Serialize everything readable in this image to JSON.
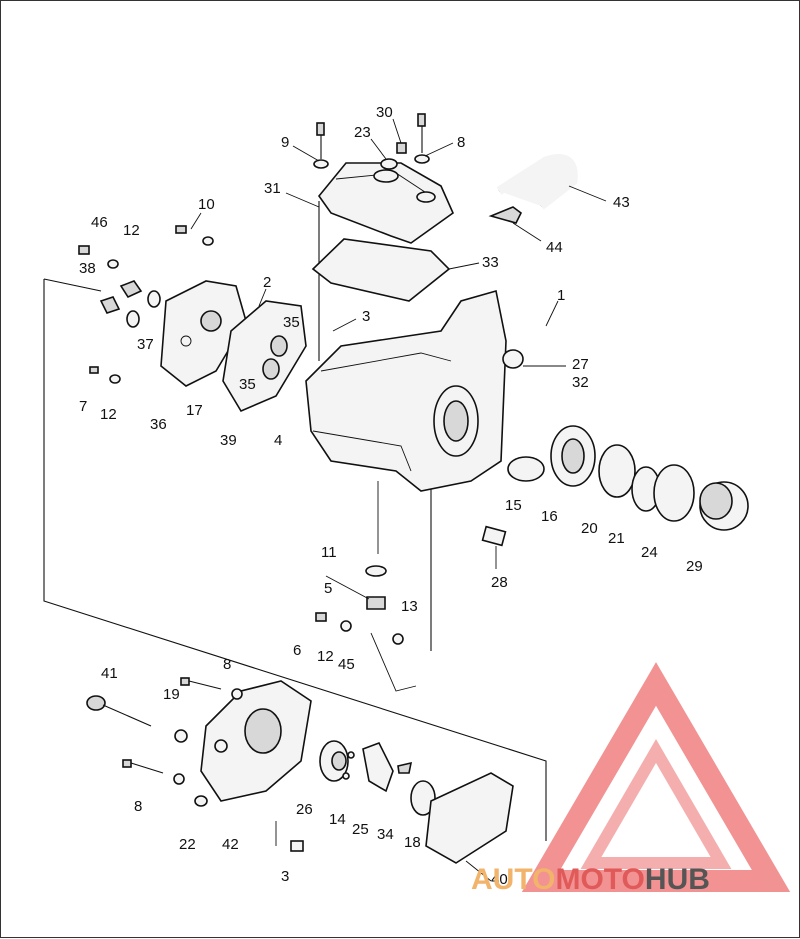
{
  "diagram": {
    "callouts": [
      {
        "id": "c30",
        "text": "30"
      },
      {
        "id": "c23",
        "text": "23"
      },
      {
        "id": "c9",
        "text": "9"
      },
      {
        "id": "c8a",
        "text": "8"
      },
      {
        "id": "c43",
        "text": "43"
      },
      {
        "id": "c31",
        "text": "31"
      },
      {
        "id": "c10",
        "text": "10"
      },
      {
        "id": "c46",
        "text": "46"
      },
      {
        "id": "c12a",
        "text": "12"
      },
      {
        "id": "c44",
        "text": "44"
      },
      {
        "id": "c33",
        "text": "33"
      },
      {
        "id": "c2",
        "text": "2"
      },
      {
        "id": "c38",
        "text": "38"
      },
      {
        "id": "c1",
        "text": "1"
      },
      {
        "id": "c3a",
        "text": "3"
      },
      {
        "id": "c35a",
        "text": "35"
      },
      {
        "id": "c37",
        "text": "37"
      },
      {
        "id": "c27",
        "text": "27"
      },
      {
        "id": "c32",
        "text": "32"
      },
      {
        "id": "c35b",
        "text": "35"
      },
      {
        "id": "c7",
        "text": "7"
      },
      {
        "id": "c12b",
        "text": "12"
      },
      {
        "id": "c36",
        "text": "36"
      },
      {
        "id": "c17",
        "text": "17"
      },
      {
        "id": "c39",
        "text": "39"
      },
      {
        "id": "c4",
        "text": "4"
      },
      {
        "id": "c15",
        "text": "15"
      },
      {
        "id": "c16",
        "text": "16"
      },
      {
        "id": "c20",
        "text": "20"
      },
      {
        "id": "c21",
        "text": "21"
      },
      {
        "id": "c24",
        "text": "24"
      },
      {
        "id": "c29",
        "text": "29"
      },
      {
        "id": "c11",
        "text": "11"
      },
      {
        "id": "c28",
        "text": "28"
      },
      {
        "id": "c5",
        "text": "5"
      },
      {
        "id": "c13",
        "text": "13"
      },
      {
        "id": "c6",
        "text": "6"
      },
      {
        "id": "c12c",
        "text": "12"
      },
      {
        "id": "c45",
        "text": "45"
      },
      {
        "id": "c41",
        "text": "41"
      },
      {
        "id": "c8b",
        "text": "8"
      },
      {
        "id": "c19",
        "text": "19"
      },
      {
        "id": "c8c",
        "text": "8"
      },
      {
        "id": "c26",
        "text": "26"
      },
      {
        "id": "c14",
        "text": "14"
      },
      {
        "id": "c25",
        "text": "25"
      },
      {
        "id": "c34",
        "text": "34"
      },
      {
        "id": "c18",
        "text": "18"
      },
      {
        "id": "c22",
        "text": "22"
      },
      {
        "id": "c42",
        "text": "42"
      },
      {
        "id": "c40",
        "text": "40"
      },
      {
        "id": "c3b",
        "text": "3"
      }
    ]
  },
  "watermark": {
    "part1": "AUTO",
    "part2": "MOTO",
    "part3": "HUB",
    "colors": {
      "auto": "#f2b36b",
      "moto": "#e05a5a",
      "hub": "#555555",
      "triangle": "#f08080"
    }
  }
}
